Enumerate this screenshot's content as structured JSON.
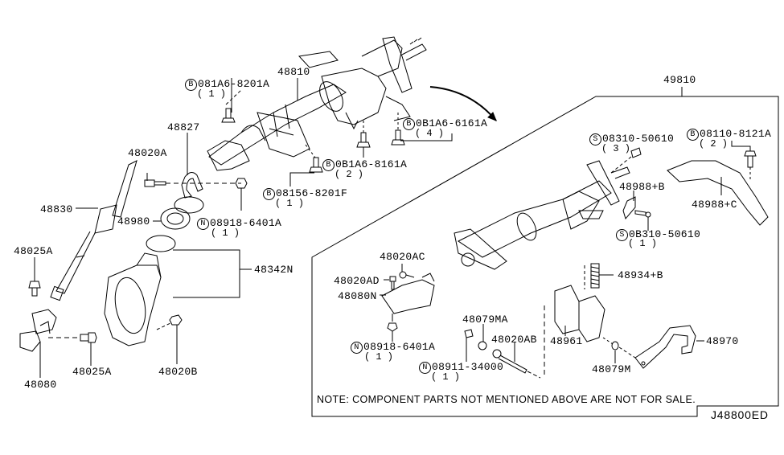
{
  "diagram": {
    "code": "J48800ED",
    "note": "NOTE: COMPONENT PARTS NOT MENTIONED ABOVE ARE NOT FOR SALE.",
    "assembly_label": "49810"
  },
  "callouts": [
    {
      "id": "p48810",
      "prefix": "",
      "part": "48810",
      "qty": ""
    },
    {
      "id": "b081a6_8201a",
      "prefix": "B",
      "part": "081A6-8201A",
      "qty": "( 1 )"
    },
    {
      "id": "b081a6_6161a",
      "prefix": "B",
      "part": "0B1A6-6161A",
      "qty": "( 4 )"
    },
    {
      "id": "b081a6_8161a",
      "prefix": "B",
      "part": "0B1A6-8161A",
      "qty": "( 2 )"
    },
    {
      "id": "b08156_8201f",
      "prefix": "B",
      "part": "08156-8201F",
      "qty": "( 1 )"
    },
    {
      "id": "p48827",
      "prefix": "",
      "part": "48827",
      "qty": ""
    },
    {
      "id": "p48020a",
      "prefix": "",
      "part": "48020A",
      "qty": ""
    },
    {
      "id": "n08918_6401a_left",
      "prefix": "N",
      "part": "08918-6401A",
      "qty": "( 1 )"
    },
    {
      "id": "p48830",
      "prefix": "",
      "part": "48830",
      "qty": ""
    },
    {
      "id": "p48980",
      "prefix": "",
      "part": "48980",
      "qty": ""
    },
    {
      "id": "p48025a_top",
      "prefix": "",
      "part": "48025A",
      "qty": ""
    },
    {
      "id": "p48342n",
      "prefix": "",
      "part": "48342N",
      "qty": ""
    },
    {
      "id": "p48025a_bottom",
      "prefix": "",
      "part": "48025A",
      "qty": ""
    },
    {
      "id": "p48020b",
      "prefix": "",
      "part": "48020B",
      "qty": ""
    },
    {
      "id": "p48080",
      "prefix": "",
      "part": "48080",
      "qty": ""
    },
    {
      "id": "s08310_50610_top",
      "prefix": "S",
      "part": "08310-50610",
      "qty": "( 3 )"
    },
    {
      "id": "b08110_8121a",
      "prefix": "B",
      "part": "08110-8121A",
      "qty": "( 2 )"
    },
    {
      "id": "p48988b",
      "prefix": "",
      "part": "48988+B",
      "qty": ""
    },
    {
      "id": "p48988c",
      "prefix": "",
      "part": "48988+C",
      "qty": ""
    },
    {
      "id": "s08310_50610_bottom",
      "prefix": "S",
      "part": "0B310-50610",
      "qty": "( 1 )"
    },
    {
      "id": "p48020ac",
      "prefix": "",
      "part": "48020AC",
      "qty": ""
    },
    {
      "id": "p48020ad",
      "prefix": "",
      "part": "48020AD",
      "qty": ""
    },
    {
      "id": "p48080n",
      "prefix": "",
      "part": "48080N",
      "qty": ""
    },
    {
      "id": "p48934b",
      "prefix": "",
      "part": "48934+B",
      "qty": ""
    },
    {
      "id": "p48079ma",
      "prefix": "",
      "part": "48079MA",
      "qty": ""
    },
    {
      "id": "p48020ab",
      "prefix": "",
      "part": "48020AB",
      "qty": ""
    },
    {
      "id": "p48961",
      "prefix": "",
      "part": "48961",
      "qty": ""
    },
    {
      "id": "n08918_6401a_right",
      "prefix": "N",
      "part": "08918-6401A",
      "qty": "( 1 )"
    },
    {
      "id": "n08911_34000",
      "prefix": "N",
      "part": "08911-34000",
      "qty": "( 1 )"
    },
    {
      "id": "p48079m",
      "prefix": "",
      "part": "48079M",
      "qty": ""
    },
    {
      "id": "p48970",
      "prefix": "",
      "part": "48970",
      "qty": ""
    }
  ]
}
